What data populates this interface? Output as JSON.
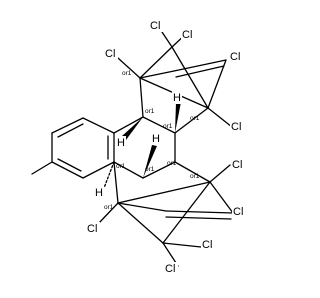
{
  "molecule": {
    "atom_labels": {
      "cl": "Cl",
      "h": "H"
    },
    "stereo_label": "or1"
  }
}
